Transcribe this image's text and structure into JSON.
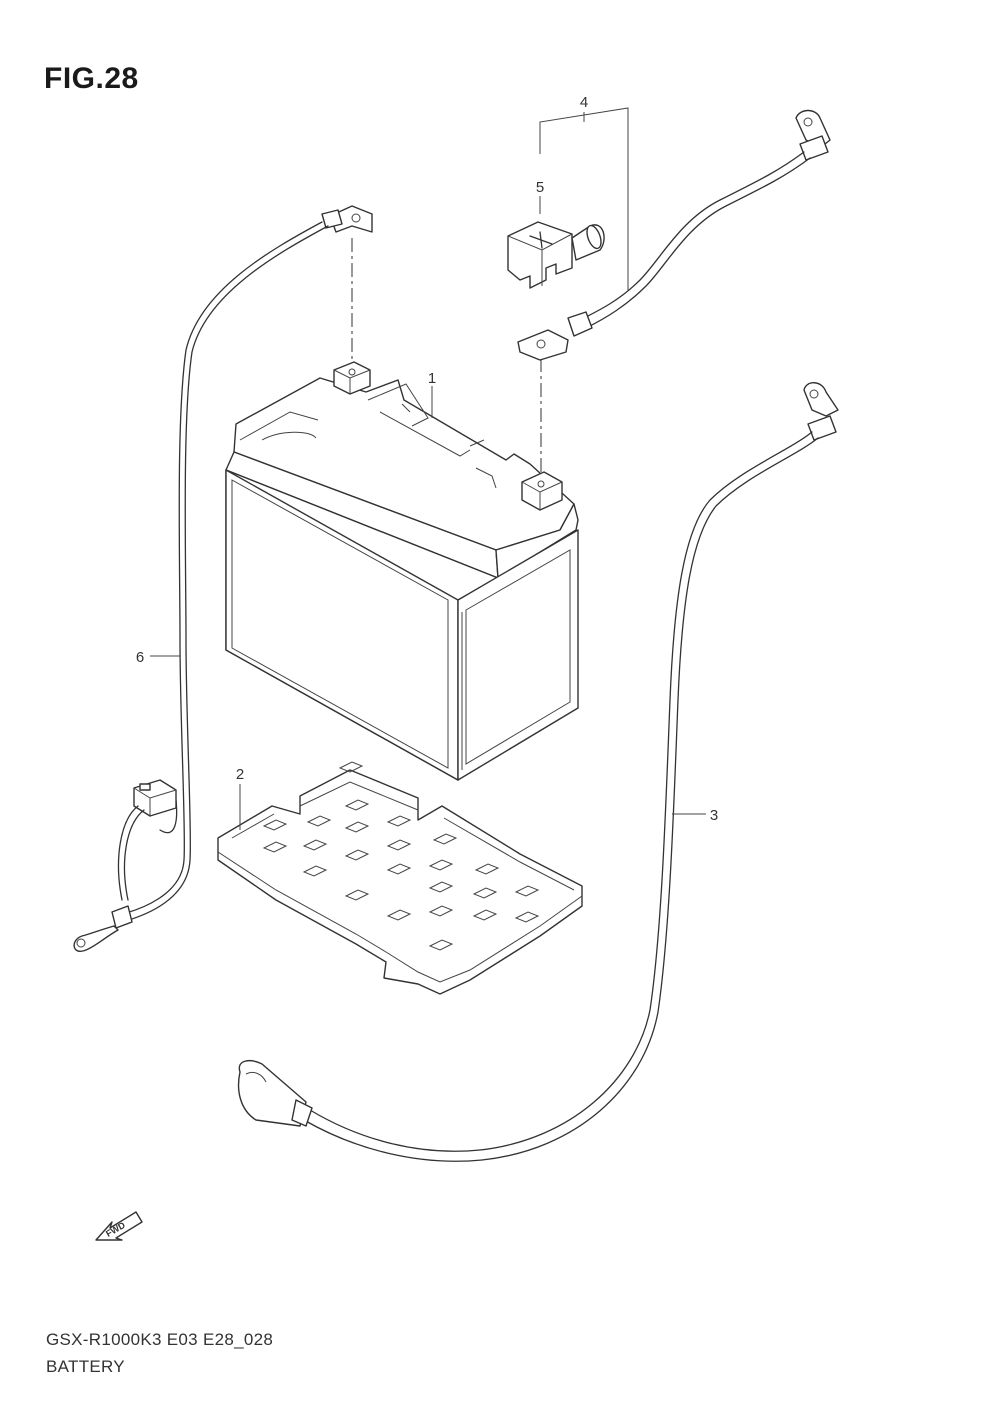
{
  "figure": {
    "title": "FIG.28"
  },
  "callouts": [
    {
      "id": "1",
      "label": "1"
    },
    {
      "id": "2",
      "label": "2"
    },
    {
      "id": "3",
      "label": "3"
    },
    {
      "id": "4",
      "label": "4"
    },
    {
      "id": "5",
      "label": "5"
    },
    {
      "id": "6",
      "label": "6"
    }
  ],
  "fwd_marker": {
    "label": "FWD",
    "icon": "forward-arrow-icon"
  },
  "footer": {
    "model_code": "GSX-R1000K3 E03 E28_028",
    "section_name": "BATTERY"
  },
  "colors": {
    "line": "#333333",
    "background": "#ffffff"
  }
}
